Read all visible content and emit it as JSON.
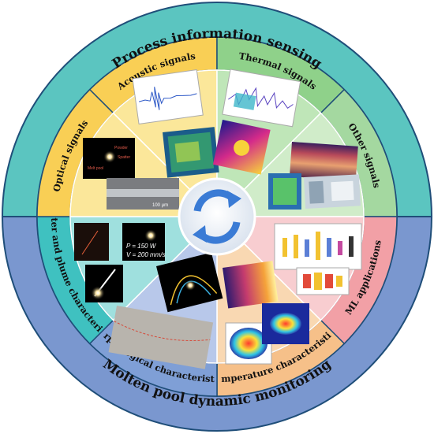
{
  "outer_ring": {
    "top_label": "Process information sensing",
    "bottom_label": "Molten pool dynamic monitoring",
    "top_color": "#5bc5c0",
    "bottom_color": "#7a97cf"
  },
  "segments": [
    {
      "label": "Acoustic signals",
      "band_color": "#f9cf55",
      "fill_color": "#fbe79a"
    },
    {
      "label": "Thermal signals",
      "band_color": "#8fd18a",
      "fill_color": "#bfe6b8"
    },
    {
      "label": "Other signals",
      "band_color": "#a4d8a0",
      "fill_color": "#d0ecc9"
    },
    {
      "label": "ML applications",
      "band_color": "#f2a0a6",
      "fill_color": "#f8cdd0"
    },
    {
      "label": "Temperature characteristics",
      "band_color": "#f6c089",
      "fill_color": "#f9d8b2"
    },
    {
      "label": "Morphological characteristics",
      "band_color": "#7f9fd6",
      "fill_color": "#b8c8ea"
    },
    {
      "label": "Spatter and plume characteristics",
      "band_color": "#3fc1c0",
      "fill_color": "#9fe0de"
    },
    {
      "label": "Optical signals",
      "band_color": "#f9cf55",
      "fill_color": "#fbe79a"
    }
  ],
  "image_labels": {
    "optical_powder": "Powder",
    "optical_spatter": "Spatter",
    "optical_meltpool": "Melt pool",
    "optical_scale": "100 μm",
    "spatter_power": "P = 150 W",
    "spatter_speed": "V = 200 mm/s"
  },
  "center_icon": "refresh-cycle-icon"
}
